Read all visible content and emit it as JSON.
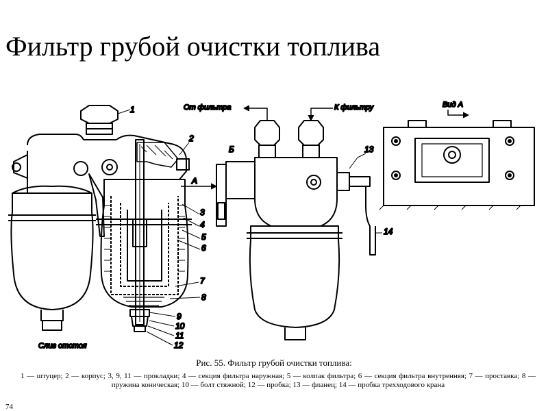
{
  "slide": {
    "title": "Фильтр грубой очистки топлива"
  },
  "figure": {
    "flow_labels": {
      "from_filter": "От фильтра",
      "to_filter": "К фильтру",
      "view_a": "Вид А",
      "arrow_a": "А",
      "flange_b": "Б",
      "drain": "Слив отстоя"
    },
    "callouts": [
      "1",
      "2",
      "3",
      "4",
      "5",
      "6",
      "7",
      "8",
      "9",
      "10",
      "11",
      "12",
      "13",
      "14"
    ],
    "caption_title": "Рис. 55. Фильтр грубой очистки топлива:",
    "caption_body": "1 — штуцер; 2 — корпус; 3, 9, 11 — прокладки; 4 — секция фильтра наружная; 5 — колпак фильтра; 6 — секция фильтра внутренняя; 7 — проставка; 8 — пружина коническая; 10 — болт стяжной; 12 — пробка; 13 — фланец; 14 — пробка трехходового крана",
    "page_number": "74"
  }
}
